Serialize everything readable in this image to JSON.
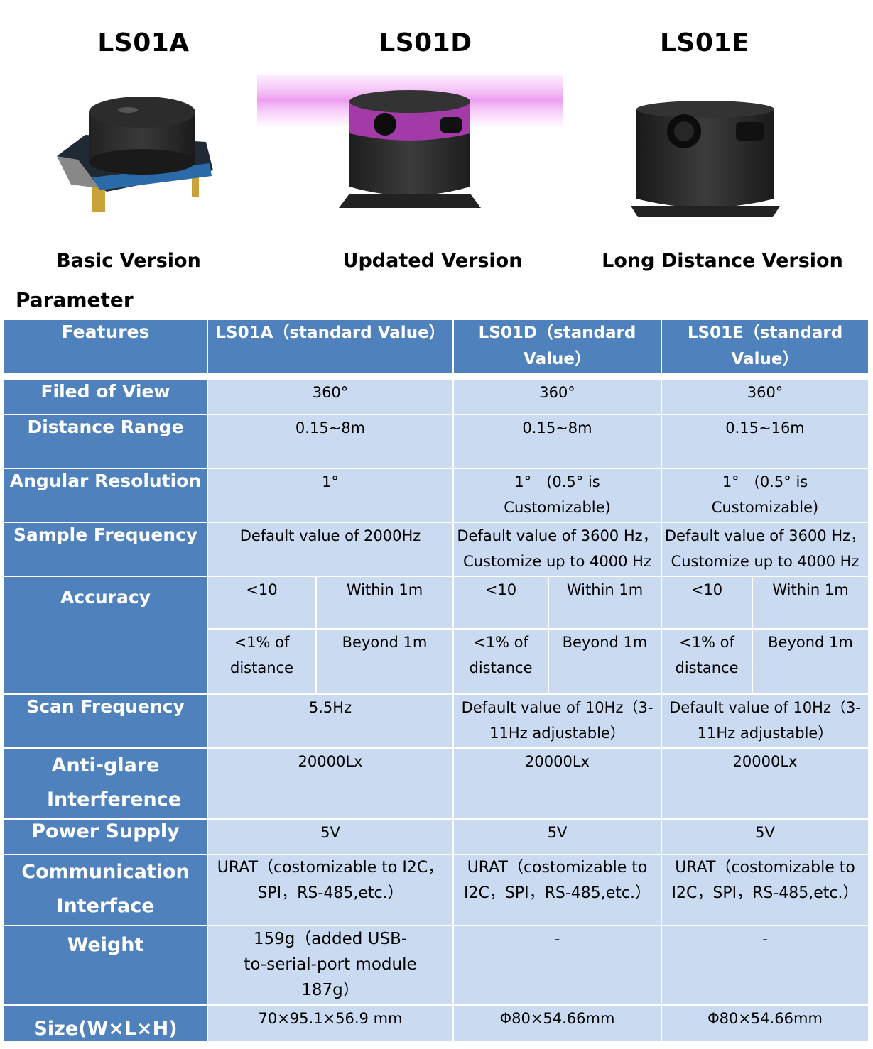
{
  "products": [
    {
      "name": "LS01A",
      "version": "Basic Version"
    },
    {
      "name": "LS01D",
      "version": "Updated Version"
    },
    {
      "name": "LS01E",
      "version": "Long Distance Version"
    }
  ],
  "parameter_title": "Parameter",
  "table": {
    "header": {
      "features": "Features",
      "ls01a": "LS01A（standard Value）",
      "ls01d": "LS01D（standard Value）",
      "ls01e": "LS01E（standard Value）"
    },
    "rows": {
      "fov": {
        "label": "Filed of View",
        "a": "360°",
        "d": "360°",
        "e": "360°"
      },
      "range": {
        "label": "Distance Range",
        "a": "0.15~8m",
        "d": "0.15~8m",
        "e": "0.15~16m"
      },
      "angular": {
        "label": "Angular Resolution",
        "a": "1°",
        "d": "1°　(0.5° is Customizable)",
        "e": "1°　(0.5° is Customizable)"
      },
      "sample": {
        "label": "Sample Frequency",
        "a": "Default value of 2000Hz",
        "d": "Default value of 3600 Hz，Customize up to 4000 Hz",
        "e": "Default value of 3600 Hz，Customize up to 4000 Hz"
      },
      "accuracy": {
        "label": "Accuracy",
        "near_value": "<10",
        "near_cond": "Within 1m",
        "far_value": "<1% of distance",
        "far_cond": "Beyond 1m"
      },
      "scan": {
        "label": "Scan Frequency",
        "a": "5.5Hz",
        "d": "Default value of 10Hz（3-11Hz adjustable）",
        "e": "Default value of 10Hz（3-11Hz adjustable）"
      },
      "antiglare": {
        "label": "Anti-glare Interference",
        "a": "20000Lx",
        "d": "20000Lx",
        "e": "20000Lx"
      },
      "power": {
        "label": "Power Supply",
        "a": "5V",
        "d": "5V",
        "e": "5V"
      },
      "comm": {
        "label": "Communication Interface",
        "a": "URAT（costomizable to I2C，SPI，RS-485,etc.）",
        "d": "URAT（costomizable to I2C，SPI，RS-485,etc.）",
        "e": "URAT（costomizable to I2C，SPI，RS-485,etc.）"
      },
      "weight": {
        "label": "Weight",
        "a": "159g（added USB-to-serial-port module 187g）",
        "d": "-",
        "e": "-"
      },
      "size": {
        "label": "Size(W×L×H)",
        "a": "70×95.1×56.9 mm",
        "d": "Φ80×54.66mm",
        "e": "Φ80×54.66mm"
      }
    }
  }
}
